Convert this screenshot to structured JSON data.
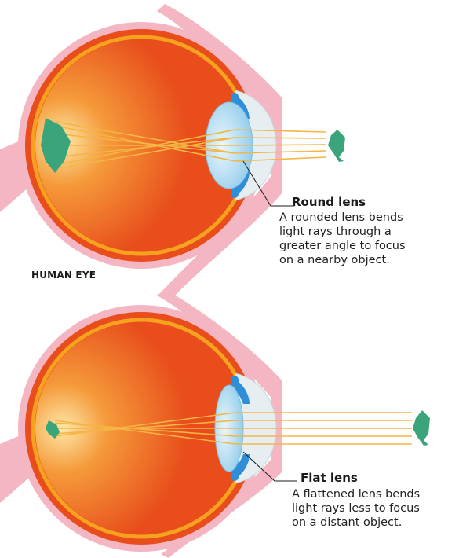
{
  "diagram": {
    "label": "HUMAN EYE",
    "panels": [
      {
        "title": "Round lens",
        "description": "A rounded lens bends\nlight rays through a\ngreater angle to focus\non a nearby object."
      },
      {
        "title": "Flat lens",
        "description": "A flattened lens bends\nlight rays less to focus\non a distant object."
      }
    ]
  },
  "colors": {
    "sclera_pink": "#f5b6c4",
    "eye_orange": "#e84d1b",
    "eye_ring": "#f6a21f",
    "fovea_glow": "#fbe0a0",
    "lens_blue": "#9fd3ef",
    "iris_blue": "#2e8fd8",
    "cornea_gray": "#e6eef2",
    "light_ray": "#f4b544",
    "leaf_green": "#3aa57a"
  },
  "icons": [
    "eye-diagram",
    "leaf-icon",
    "leaf-image-icon"
  ]
}
